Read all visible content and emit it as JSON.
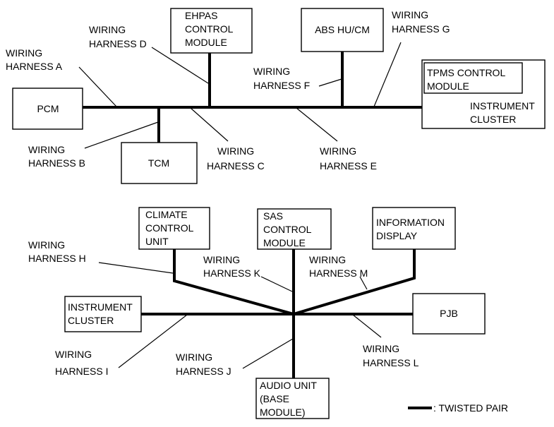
{
  "upper_network": {
    "modules": {
      "pcm": [
        "PCM"
      ],
      "tcm": [
        "TCM"
      ],
      "ehpas": [
        "EHPAS",
        "CONTROL",
        "MODULE"
      ],
      "abs": [
        "ABS HU/CM"
      ],
      "tpms": [
        "TPMS CONTROL",
        "MODULE"
      ],
      "instrument_cluster": [
        "INSTRUMENT",
        "CLUSTER"
      ]
    },
    "harnesses": {
      "a": [
        "WIRING",
        "HARNESS A"
      ],
      "b": [
        "WIRING",
        "HARNESS B"
      ],
      "c": [
        "WIRING",
        "HARNESS C"
      ],
      "d": [
        "WIRING",
        "HARNESS D"
      ],
      "e": [
        "WIRING",
        "HARNESS E"
      ],
      "f": [
        "WIRING",
        "HARNESS F"
      ],
      "g": [
        "WIRING",
        "HARNESS G"
      ]
    }
  },
  "lower_network": {
    "modules": {
      "climate": [
        "CLIMATE",
        "CONTROL",
        "UNIT"
      ],
      "sas": [
        "SAS",
        "CONTROL",
        "MODULE"
      ],
      "info_display": [
        "INFORMATION",
        "DISPLAY"
      ],
      "instrument_cluster": [
        "INSTRUMENT",
        "CLUSTER"
      ],
      "pjb": [
        "PJB"
      ],
      "audio": [
        "AUDIO UNIT",
        "(BASE",
        "MODULE)"
      ]
    },
    "harnesses": {
      "h": [
        "WIRING",
        "HARNESS H"
      ],
      "i": [
        "WIRING",
        "HARNESS I"
      ],
      "j": [
        "WIRING",
        "HARNESS J"
      ],
      "k": [
        "WIRING",
        "HARNESS K"
      ],
      "l": [
        "WIRING",
        "HARNESS L"
      ],
      "m": [
        "WIRING",
        "HARNESS M"
      ]
    }
  },
  "legend": {
    "label": ": TWISTED PAIR"
  }
}
